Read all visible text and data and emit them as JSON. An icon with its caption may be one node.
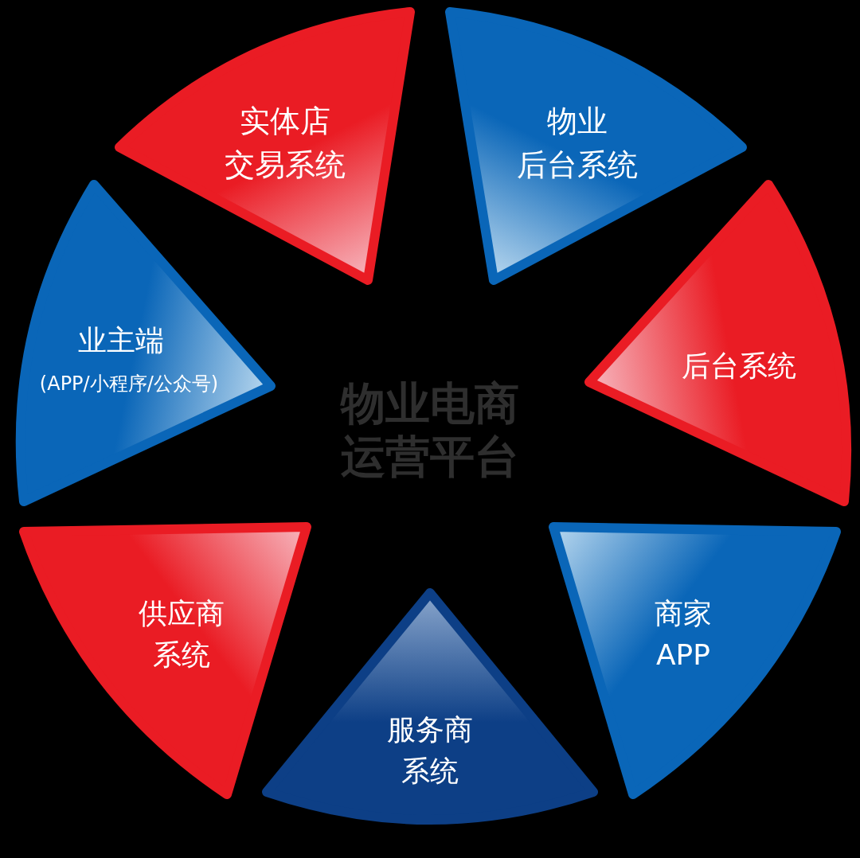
{
  "diagram": {
    "nodes": [
      {
        "text": [
          "实体店交易系统"
        ]
      },
      {
        "text": [
          "物业后台系统"
        ]
      },
      {
        "text": [
          "业主端",
          "(APP/小程序/公众号)"
        ]
      },
      {
        "text": [
          "物业电商运营平台"
        ]
      },
      {
        "text": [
          "后台系统"
        ]
      },
      {
        "text": [
          "供应商系统"
        ]
      },
      {
        "text": [
          "商家APP"
        ]
      },
      {
        "text": [
          "服务商系统"
        ]
      }
    ]
  }
}
